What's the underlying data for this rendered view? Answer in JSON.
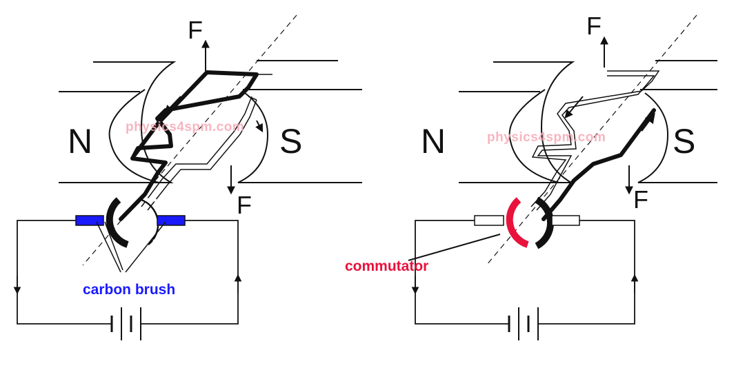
{
  "watermark": "physics4spm.com",
  "left_diagram": {
    "north_label": "N",
    "south_label": "S",
    "force_top": "F",
    "force_bottom": "F",
    "brush_label": "carbon brush"
  },
  "right_diagram": {
    "north_label": "N",
    "south_label": "S",
    "force_top": "F",
    "force_bottom": "F",
    "commutator_label": "commutator"
  },
  "colors": {
    "line": "#111111",
    "brush": "#1a1aff",
    "commutator": "#e8123c",
    "watermark": "#f6a9b4"
  }
}
